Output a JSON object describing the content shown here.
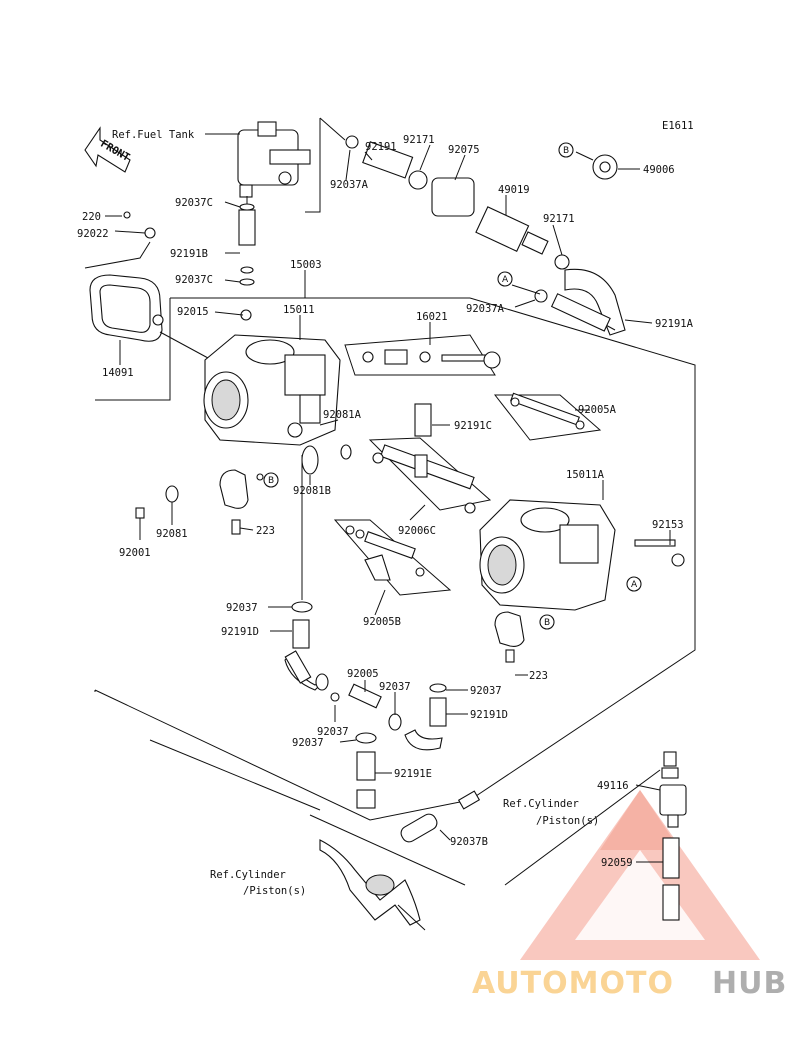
{
  "diagram": {
    "code": "E1611",
    "front_label": "FRONT",
    "ref_labels": {
      "fuel_tank": "Ref.Fuel Tank",
      "cylinder_right_1": "Ref.Cylinder",
      "cylinder_right_2": "/Piston(s)",
      "cylinder_left_1": "Ref.Cylinder",
      "cylinder_left_2": "/Piston(s)"
    },
    "callouts": {
      "A": "A",
      "B": "B"
    },
    "parts": {
      "p92191_top": "92191",
      "p92171_top": "92171",
      "p92075": "92075",
      "p92037A_top": "92037A",
      "p49019": "49019",
      "p92171_mid": "92171",
      "p49006": "49006",
      "p92037C_1": "92037C",
      "p220": "220",
      "p92022": "92022",
      "p92191B": "92191B",
      "p92037C_2": "92037C",
      "p15003": "15003",
      "p92037A_mid": "92037A",
      "p92191A": "92191A",
      "p92015": "92015",
      "p15011": "15011",
      "p16021": "16021",
      "p14091": "14091",
      "p92081A": "92081A",
      "p92005A": "92005A",
      "p92191C": "92191C",
      "p92081B": "92081B",
      "p15011A": "15011A",
      "p92081": "92081",
      "p92001": "92001",
      "p223_left": "223",
      "p92006C": "92006C",
      "p92153": "92153",
      "p92005B": "92005B",
      "p92037_l": "92037",
      "p92191D_l": "92191D",
      "p223_right": "223",
      "p92005": "92005",
      "p92037_c": "92037",
      "p92037_r": "92037",
      "p92037_c2": "92037",
      "p92191D_r": "92191D",
      "p92037_c3": "92037",
      "p92191E": "92191E",
      "p49116": "49116",
      "p92037B": "92037B",
      "p92059": "92059"
    },
    "watermark": {
      "part1": "AUTOMOTO",
      "part2": "HUB",
      "color_primary": "#f4a69a",
      "color_secondary": "#fbd9a8",
      "color_dark": "#8a8a8a"
    }
  }
}
